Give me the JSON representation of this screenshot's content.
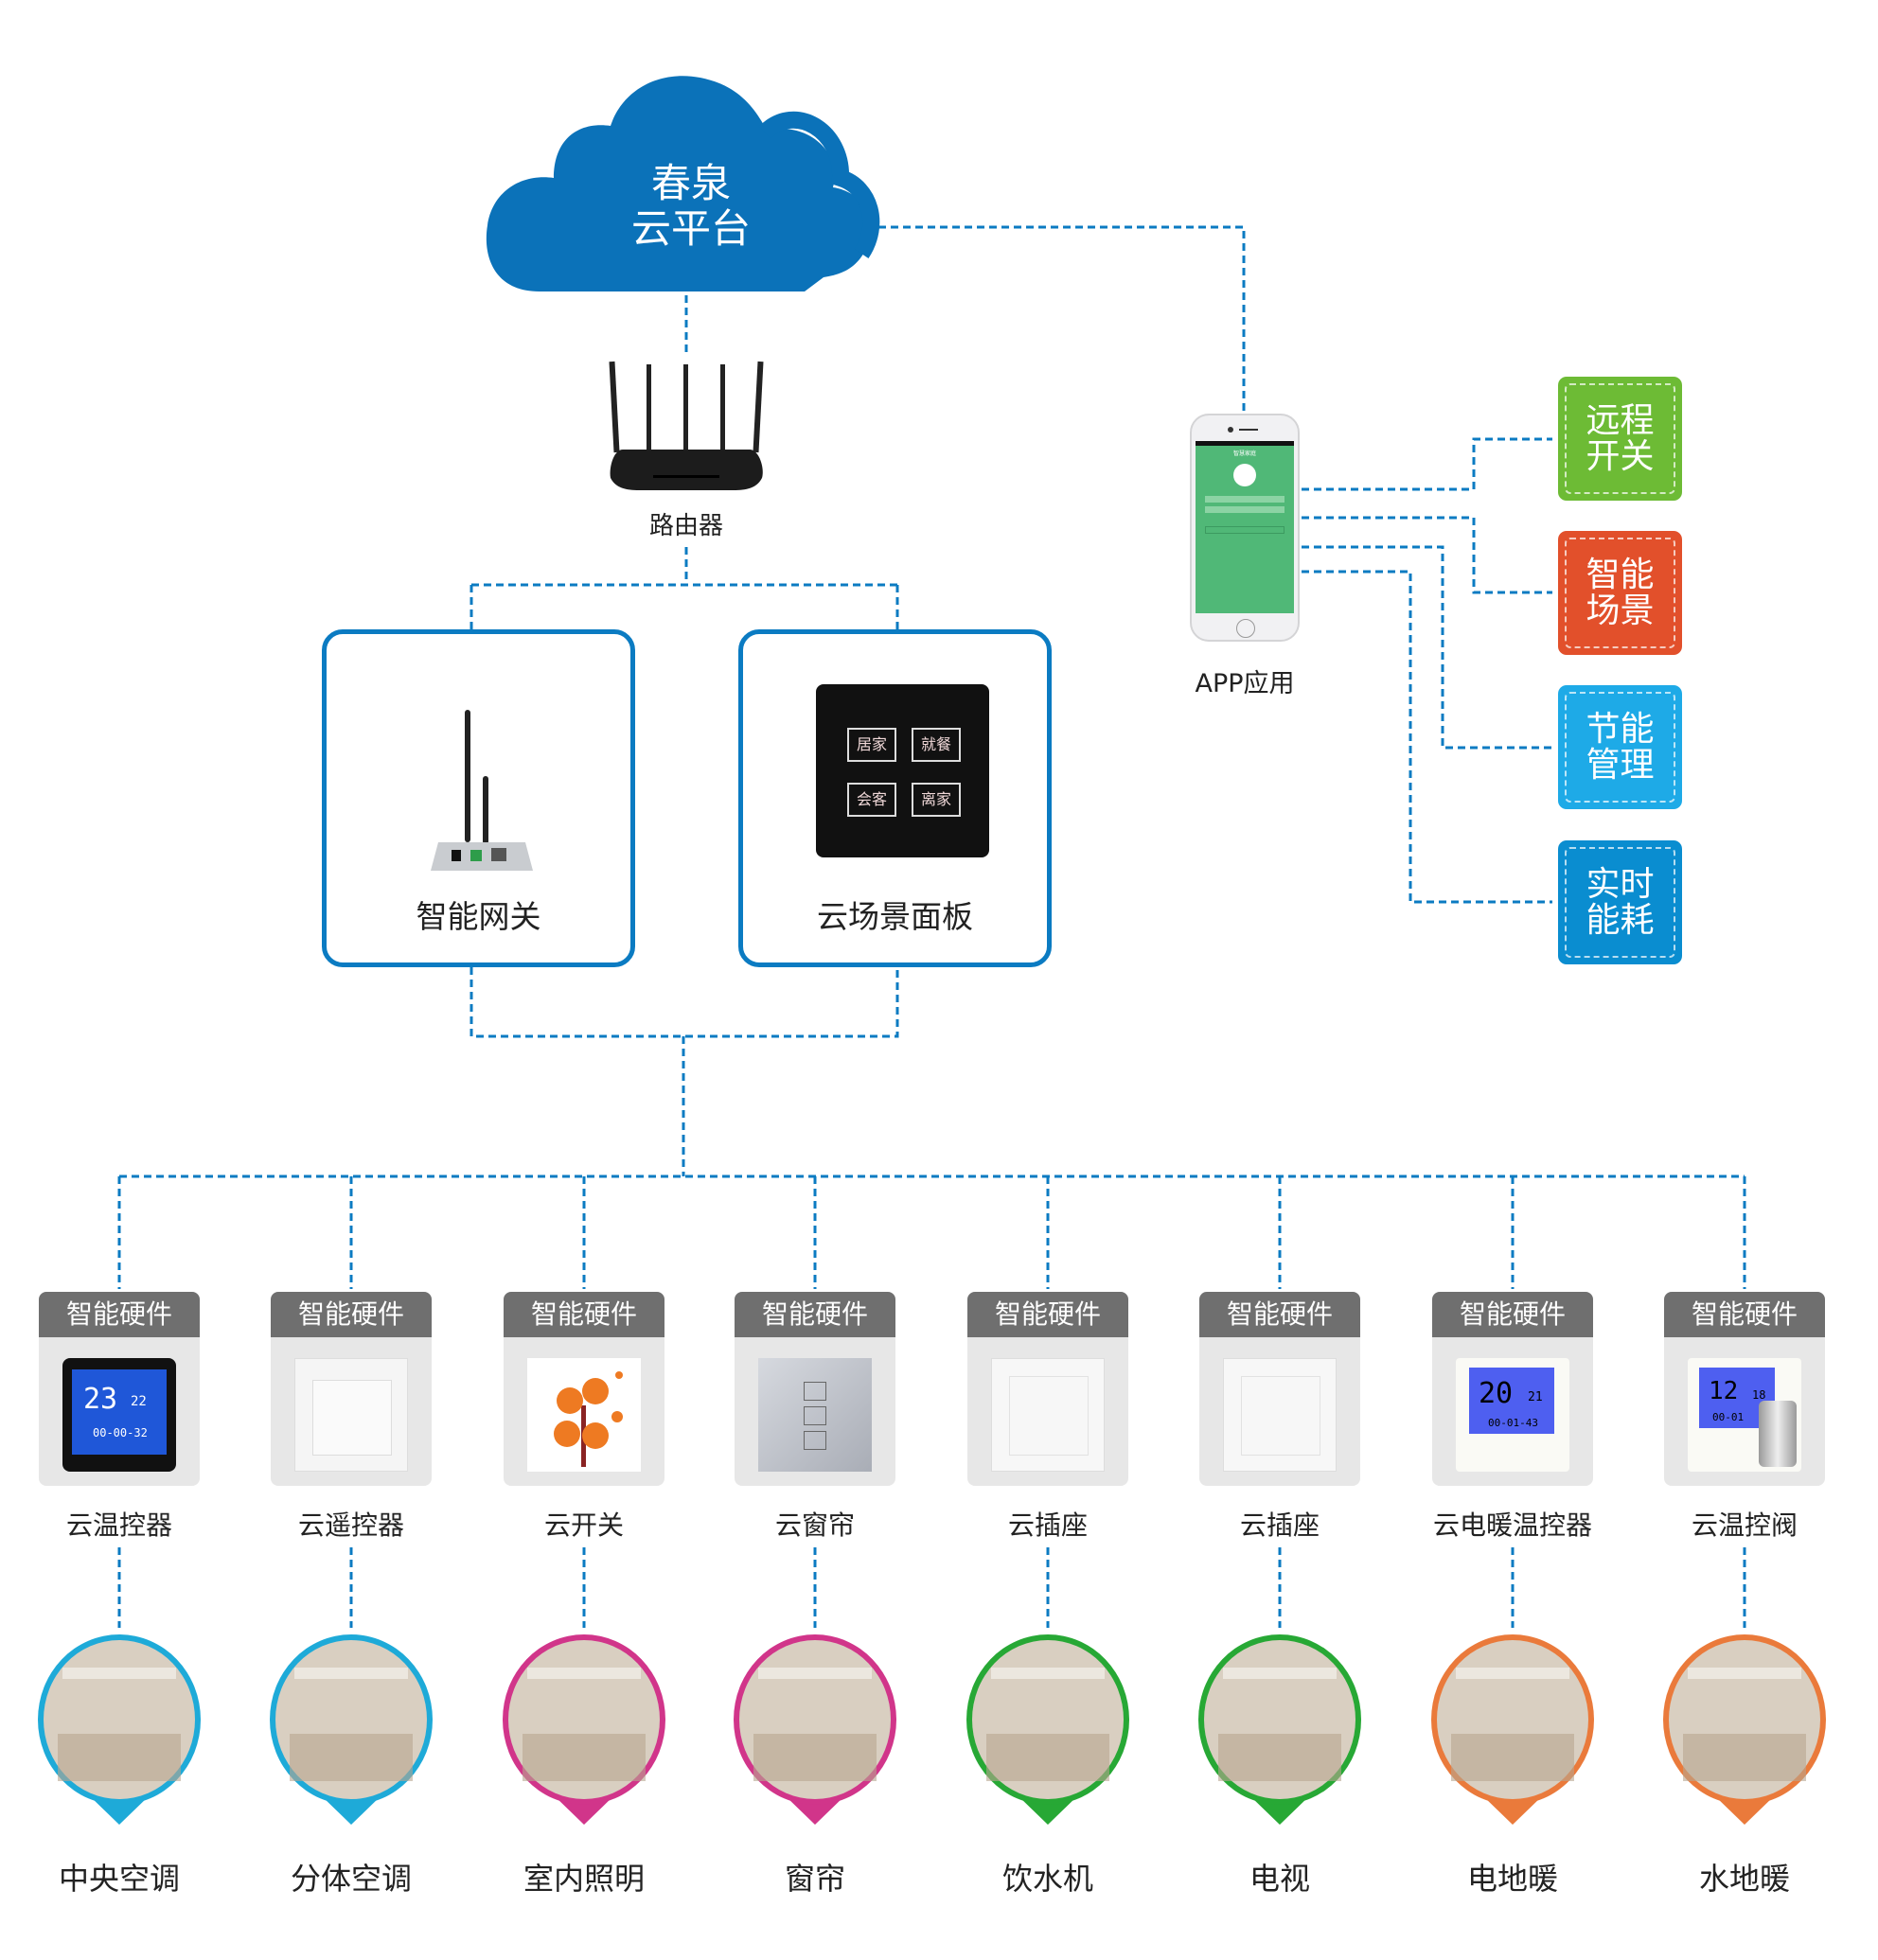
{
  "cloud": {
    "title_line1": "春泉",
    "title_line2": "云平台",
    "color": "#0b72b9"
  },
  "router": {
    "label": "路由器"
  },
  "gateway": {
    "label": "智能网关"
  },
  "scene_panel": {
    "label": "云场景面板",
    "buttons": [
      "居家",
      "就餐",
      "会客",
      "离家"
    ]
  },
  "app": {
    "label": "APP应用",
    "screen_title": "智慧家庭",
    "screen_color": "#50b877"
  },
  "features": [
    {
      "label": "远程开关",
      "color": "#6dbb35"
    },
    {
      "label": "智能场景",
      "color": "#e2502b"
    },
    {
      "label": "节能管理",
      "color": "#1eaae7"
    },
    {
      "label": "实时能耗",
      "color": "#0a8dd0"
    }
  ],
  "hardware": {
    "header": "智能硬件",
    "items": [
      {
        "name": "云温控器",
        "display": "23",
        "set": "22",
        "time": "00-00-32"
      },
      {
        "name": "云遥控器"
      },
      {
        "name": "云开关"
      },
      {
        "name": "云窗帘"
      },
      {
        "name": "云插座"
      },
      {
        "name": "云插座"
      },
      {
        "name": "云电暖温控器",
        "display": "20",
        "set": "21",
        "time": "00-01-43"
      },
      {
        "name": "云温控阀",
        "display": "12",
        "set": "18",
        "time": "00-01"
      }
    ]
  },
  "applications": [
    {
      "label": "中央空调",
      "color": "#1eaad8"
    },
    {
      "label": "分体空调",
      "color": "#1eaad8"
    },
    {
      "label": "室内照明",
      "color": "#d1358a"
    },
    {
      "label": "窗帘",
      "color": "#d1358a"
    },
    {
      "label": "饮水机",
      "color": "#27a835"
    },
    {
      "label": "电视",
      "color": "#27a835"
    },
    {
      "label": "电地暖",
      "color": "#ea7a3b"
    },
    {
      "label": "水地暖",
      "color": "#ea7a3b"
    }
  ],
  "line_color": "#0b7bc2"
}
